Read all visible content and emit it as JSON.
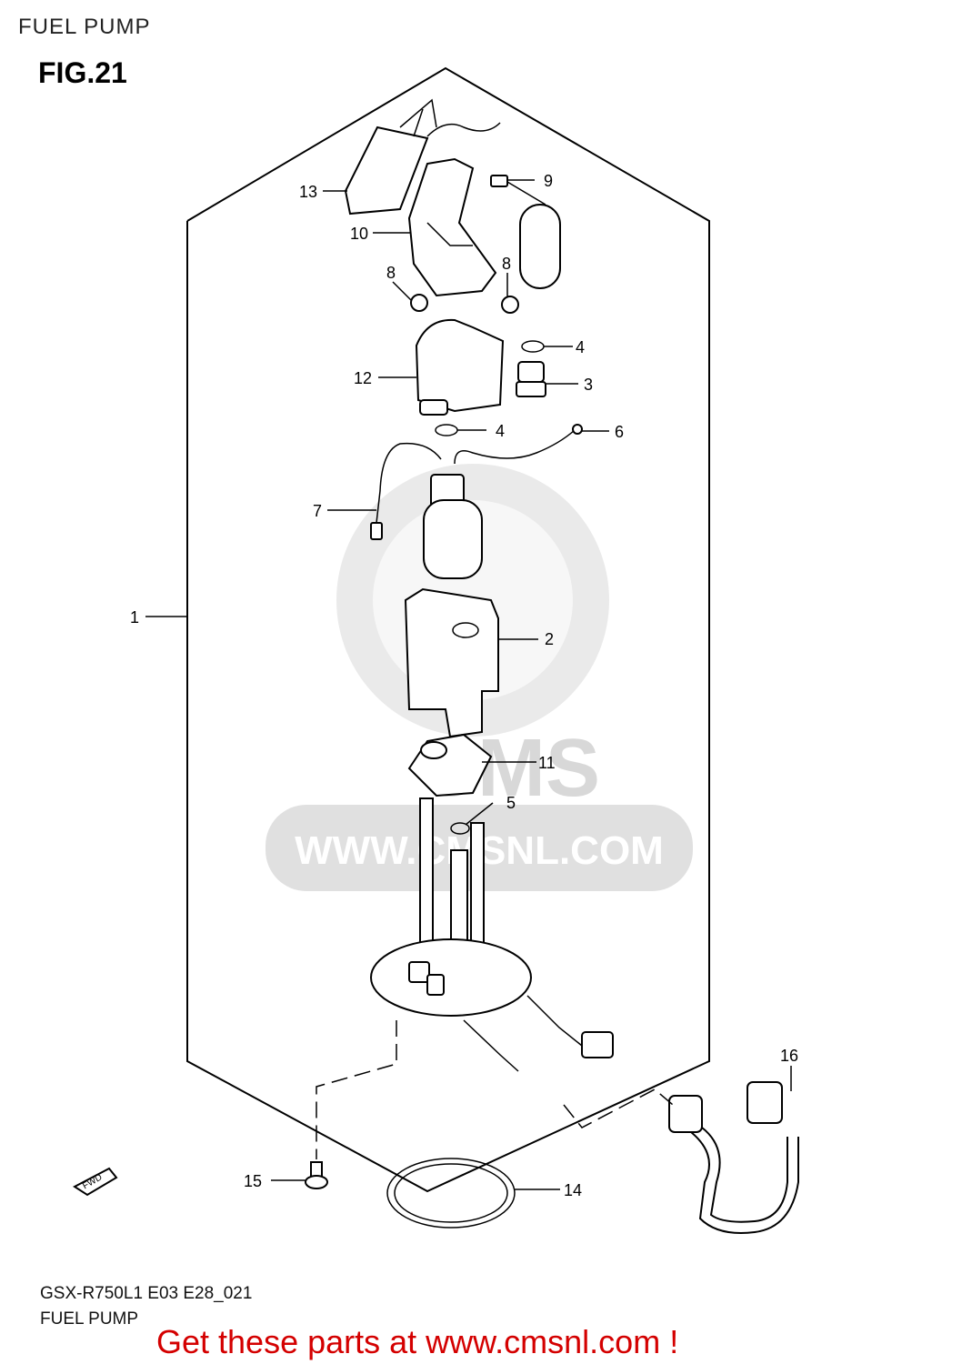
{
  "header": {
    "title": "FUEL PUMP",
    "figure": "FIG.21"
  },
  "watermark": {
    "text": "WWW.CMSNL.COM",
    "logo": "CMS"
  },
  "fwd_marker": "FWD",
  "callouts": [
    {
      "number": "1"
    },
    {
      "number": "2"
    },
    {
      "number": "3"
    },
    {
      "number": "4"
    },
    {
      "number": "4"
    },
    {
      "number": "5"
    },
    {
      "number": "6"
    },
    {
      "number": "7"
    },
    {
      "number": "8"
    },
    {
      "number": "8"
    },
    {
      "number": "9"
    },
    {
      "number": "10"
    },
    {
      "number": "11"
    },
    {
      "number": "12"
    },
    {
      "number": "13"
    },
    {
      "number": "14"
    },
    {
      "number": "15"
    },
    {
      "number": "16"
    }
  ],
  "footer": {
    "code": "GSX-R750L1 E03 E28_021",
    "name": "FUEL PUMP",
    "cta": "Get these parts at www.cmsnl.com !"
  },
  "colors": {
    "cta": "#d40000",
    "watermark": "#d8d8d8"
  }
}
